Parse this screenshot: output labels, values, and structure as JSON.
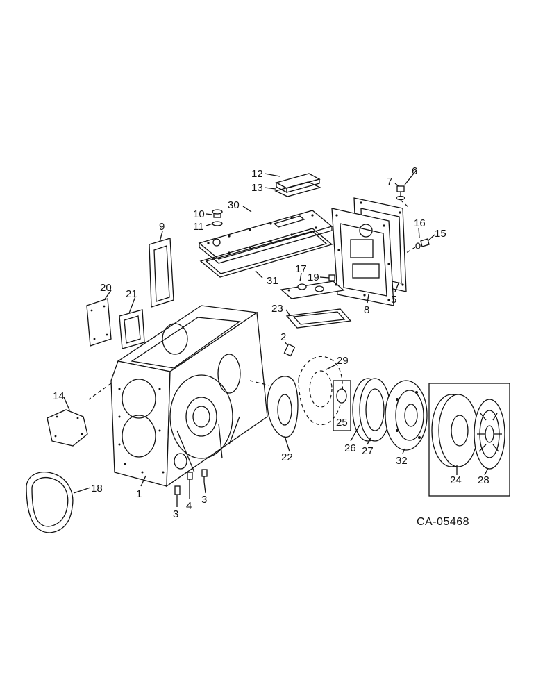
{
  "drawing_id": "CA-05468",
  "parts": [
    {
      "id": "p1",
      "callout": "1"
    },
    {
      "id": "p2",
      "callout": "2"
    },
    {
      "id": "p3a",
      "callout": "3"
    },
    {
      "id": "p3b",
      "callout": "3"
    },
    {
      "id": "p4",
      "callout": "4"
    },
    {
      "id": "p5",
      "callout": "5"
    },
    {
      "id": "p6",
      "callout": "6"
    },
    {
      "id": "p7",
      "callout": "7"
    },
    {
      "id": "p8",
      "callout": "8"
    },
    {
      "id": "p9",
      "callout": "9"
    },
    {
      "id": "p10",
      "callout": "10"
    },
    {
      "id": "p11",
      "callout": "11"
    },
    {
      "id": "p12",
      "callout": "12"
    },
    {
      "id": "p13",
      "callout": "13"
    },
    {
      "id": "p14",
      "callout": "14"
    },
    {
      "id": "p15",
      "callout": "15"
    },
    {
      "id": "p16",
      "callout": "16"
    },
    {
      "id": "p17",
      "callout": "17"
    },
    {
      "id": "p18",
      "callout": "18"
    },
    {
      "id": "p19",
      "callout": "19"
    },
    {
      "id": "p20",
      "callout": "20"
    },
    {
      "id": "p21",
      "callout": "21"
    },
    {
      "id": "p22",
      "callout": "22"
    },
    {
      "id": "p23",
      "callout": "23"
    },
    {
      "id": "p24",
      "callout": "24"
    },
    {
      "id": "p25",
      "callout": "25"
    },
    {
      "id": "p26",
      "callout": "26"
    },
    {
      "id": "p27",
      "callout": "27"
    },
    {
      "id": "p28",
      "callout": "28"
    },
    {
      "id": "p29",
      "callout": "29"
    },
    {
      "id": "p30",
      "callout": "30"
    },
    {
      "id": "p31",
      "callout": "31"
    },
    {
      "id": "p32",
      "callout": "32"
    }
  ]
}
